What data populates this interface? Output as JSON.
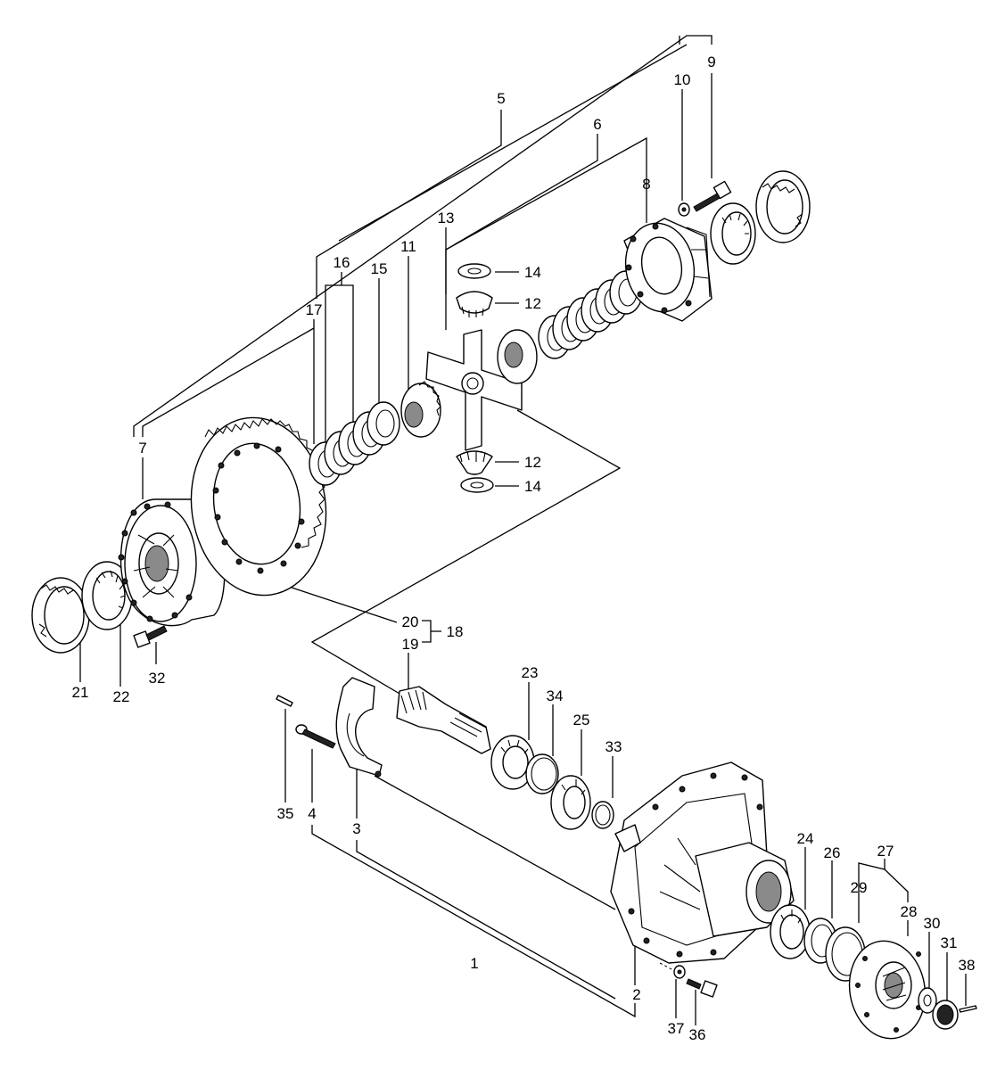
{
  "labels": {
    "l1": "1",
    "l2": "2",
    "l3": "3",
    "l4": "4",
    "l5": "5",
    "l6": "6",
    "l7": "7",
    "l8": "8",
    "l9": "9",
    "l10": "10",
    "l11": "11",
    "l12a": "12",
    "l12b": "12",
    "l13": "13",
    "l14a": "14",
    "l14b": "14",
    "l15": "15",
    "l16": "16",
    "l17": "17",
    "l18": "18",
    "l19": "19",
    "l20": "20",
    "l21": "21",
    "l22": "22",
    "l23": "23",
    "l24": "24",
    "l25": "25",
    "l26": "26",
    "l27": "27",
    "l28": "28",
    "l29": "29",
    "l30": "30",
    "l31": "31",
    "l32": "32",
    "l33": "33",
    "l34": "34",
    "l35": "35",
    "l36": "36",
    "l37": "37",
    "l38": "38"
  }
}
